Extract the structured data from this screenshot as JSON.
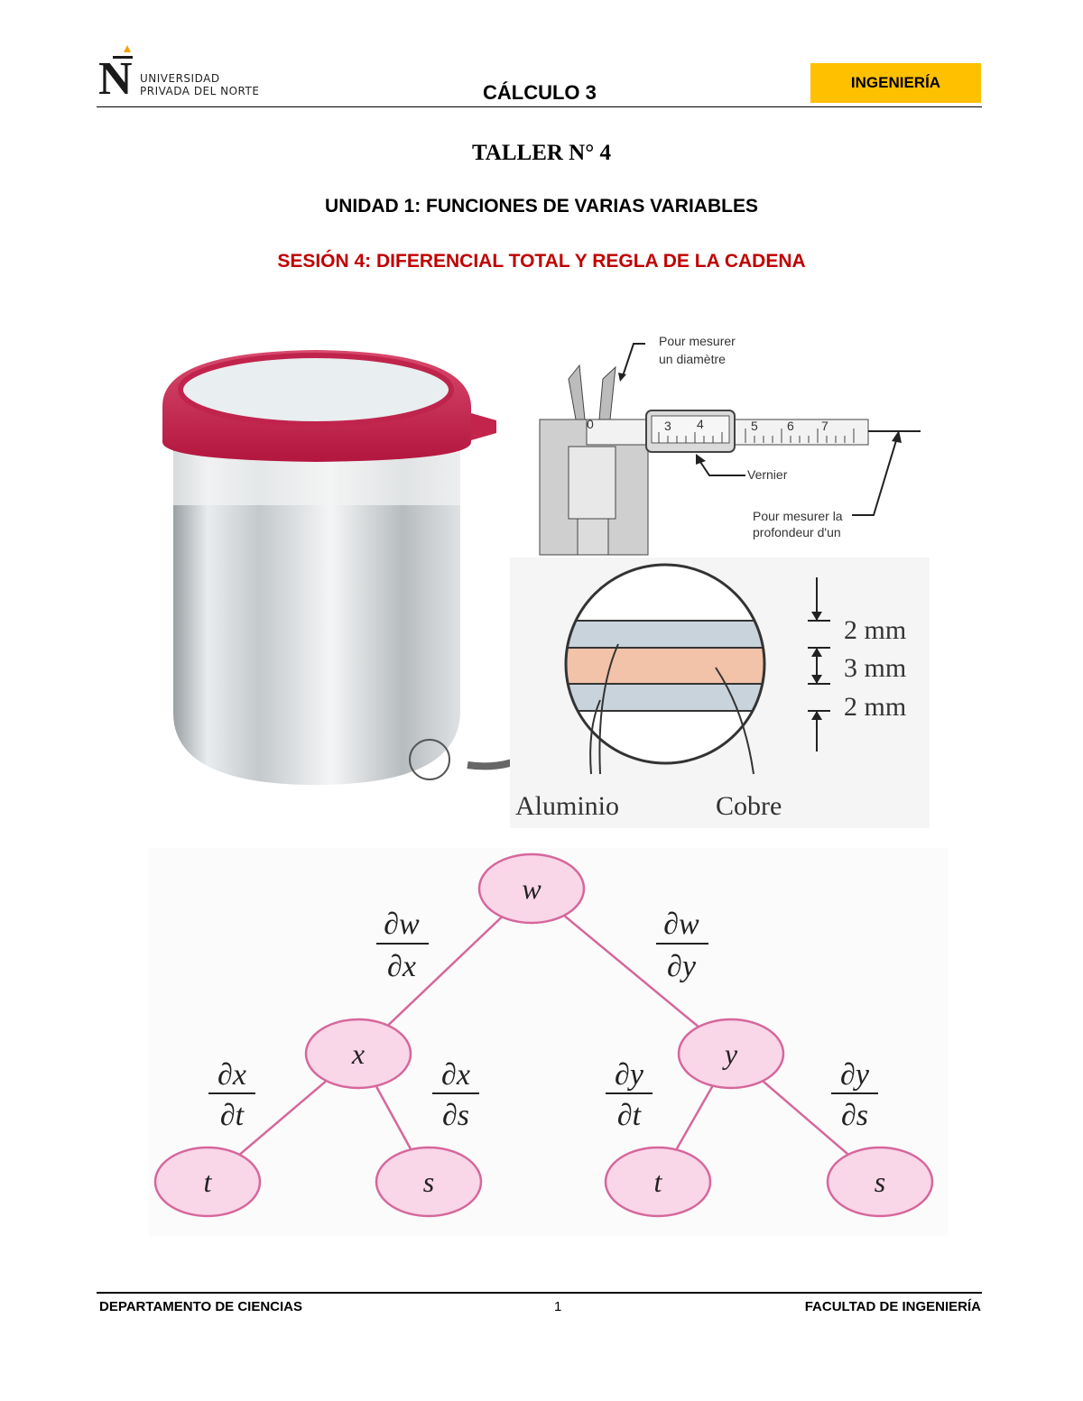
{
  "header": {
    "logo_lines": [
      "UNIVERSIDAD",
      "PRIVADA DEL NORTE"
    ],
    "course": "CÁLCULO 3",
    "badge": "INGENIERÍA",
    "badge_color": "#ffc000"
  },
  "title": "TALLER N° 4",
  "unit": "UNIDAD 1: FUNCIONES DE VARIAS VARIABLES",
  "session": "SESIÓN 4: DIFERENCIAL TOTAL Y REGLA DE LA CADENA",
  "session_color": "#c00000",
  "caliper": {
    "label_top": [
      "Pour mesurer",
      "un diamètre"
    ],
    "label_vernier": "Vernier",
    "label_depth": [
      "Pour mesurer la",
      "profondeur d'un"
    ],
    "scale": [
      "0",
      "3",
      "4",
      "5",
      "6",
      "7"
    ]
  },
  "layers": {
    "thickness": [
      "2 mm",
      "3 mm",
      "2 mm"
    ],
    "material_a": "Aluminio",
    "material_b": "Cobre"
  },
  "tree": {
    "root": "w",
    "mid": [
      "x",
      "y"
    ],
    "leaves": [
      "t",
      "s",
      "t",
      "s"
    ],
    "edge_top": [
      [
        "∂w",
        "∂x"
      ],
      [
        "∂w",
        "∂y"
      ]
    ],
    "edge_bottom": [
      [
        "∂x",
        "∂t"
      ],
      [
        "∂x",
        "∂s"
      ],
      [
        "∂y",
        "∂t"
      ],
      [
        "∂y",
        "∂s"
      ]
    ],
    "node_fill": "#f9d6e8",
    "line_color": "#d6679c"
  },
  "footer": {
    "left": "DEPARTAMENTO DE CIENCIAS",
    "page": "1",
    "right": "FACULTAD DE INGENIERÍA"
  }
}
